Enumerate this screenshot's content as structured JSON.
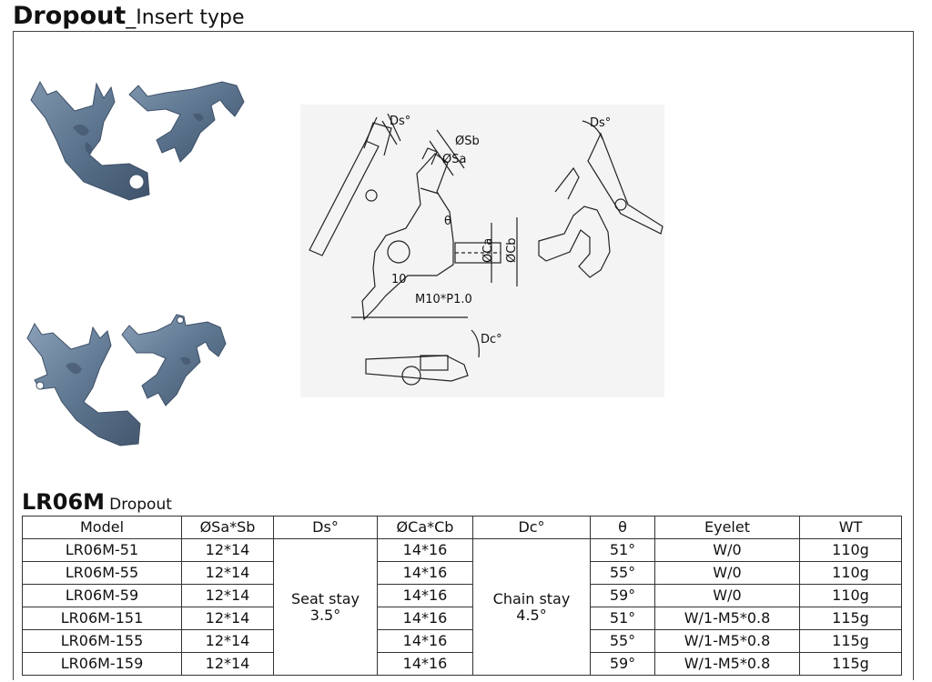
{
  "header": {
    "title_bold": "Dropout",
    "title_rest": "_Insert type"
  },
  "drawing_labels": {
    "ds": "Ds°",
    "sb": "ØSb",
    "sa": "ØSa",
    "theta": "θ",
    "ca": "ØCa",
    "cb": "ØCb",
    "ten": "10",
    "thread": "M10*P1.0",
    "dc": "Dc°"
  },
  "product": {
    "code": "LR06M",
    "name": "Dropout"
  },
  "table": {
    "headers": [
      "Model",
      "ØSa*Sb",
      "Ds°",
      "ØCa*Cb",
      "Dc°",
      "θ",
      "Eyelet",
      "WT"
    ],
    "ds_merged": [
      "Seat stay",
      "3.5°"
    ],
    "dc_merged": [
      "Chain stay",
      "4.5°"
    ],
    "rows": [
      {
        "model": "LR06M-51",
        "sa_sb": "12*14",
        "ca_cb": "14*16",
        "theta": "51°",
        "eyelet": "W/0",
        "wt": "110g"
      },
      {
        "model": "LR06M-55",
        "sa_sb": "12*14",
        "ca_cb": "14*16",
        "theta": "55°",
        "eyelet": "W/0",
        "wt": "110g"
      },
      {
        "model": "LR06M-59",
        "sa_sb": "12*14",
        "ca_cb": "14*16",
        "theta": "59°",
        "eyelet": "W/0",
        "wt": "110g"
      },
      {
        "model": "LR06M-151",
        "sa_sb": "12*14",
        "ca_cb": "14*16",
        "theta": "51°",
        "eyelet": "W/1-M5*0.8",
        "wt": "115g"
      },
      {
        "model": "LR06M-155",
        "sa_sb": "12*14",
        "ca_cb": "14*16",
        "theta": "55°",
        "eyelet": "W/1-M5*0.8",
        "wt": "115g"
      },
      {
        "model": "LR06M-159",
        "sa_sb": "12*14",
        "ca_cb": "14*16",
        "theta": "59°",
        "eyelet": "W/1-M5*0.8",
        "wt": "115g"
      }
    ]
  },
  "colors": {
    "metal": "#5f7791",
    "metal_dark": "#3e5068",
    "metal_light": "#8aa0b8",
    "line": "#222222"
  }
}
